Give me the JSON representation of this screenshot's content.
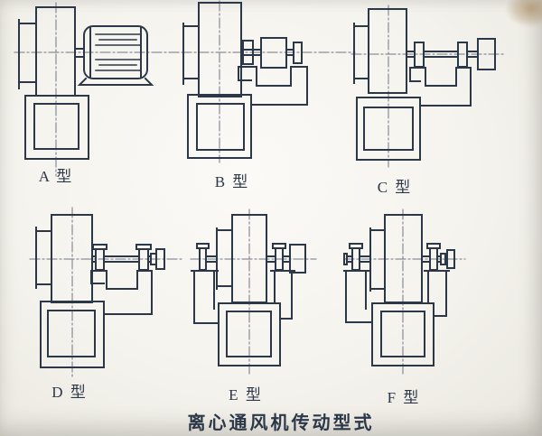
{
  "caption": "离心通风机传动型式",
  "diagrams": [
    {
      "id": "A",
      "label": "A 型"
    },
    {
      "id": "B",
      "label": "B 型"
    },
    {
      "id": "C",
      "label": "C 型"
    },
    {
      "id": "D",
      "label": "D 型"
    },
    {
      "id": "E",
      "label": "E 型"
    },
    {
      "id": "F",
      "label": "F 型"
    }
  ],
  "colors": {
    "ink": "#2c3748",
    "centerline": "#6d7684",
    "paper": "#f5f3ed",
    "stain": "#946e3a"
  }
}
